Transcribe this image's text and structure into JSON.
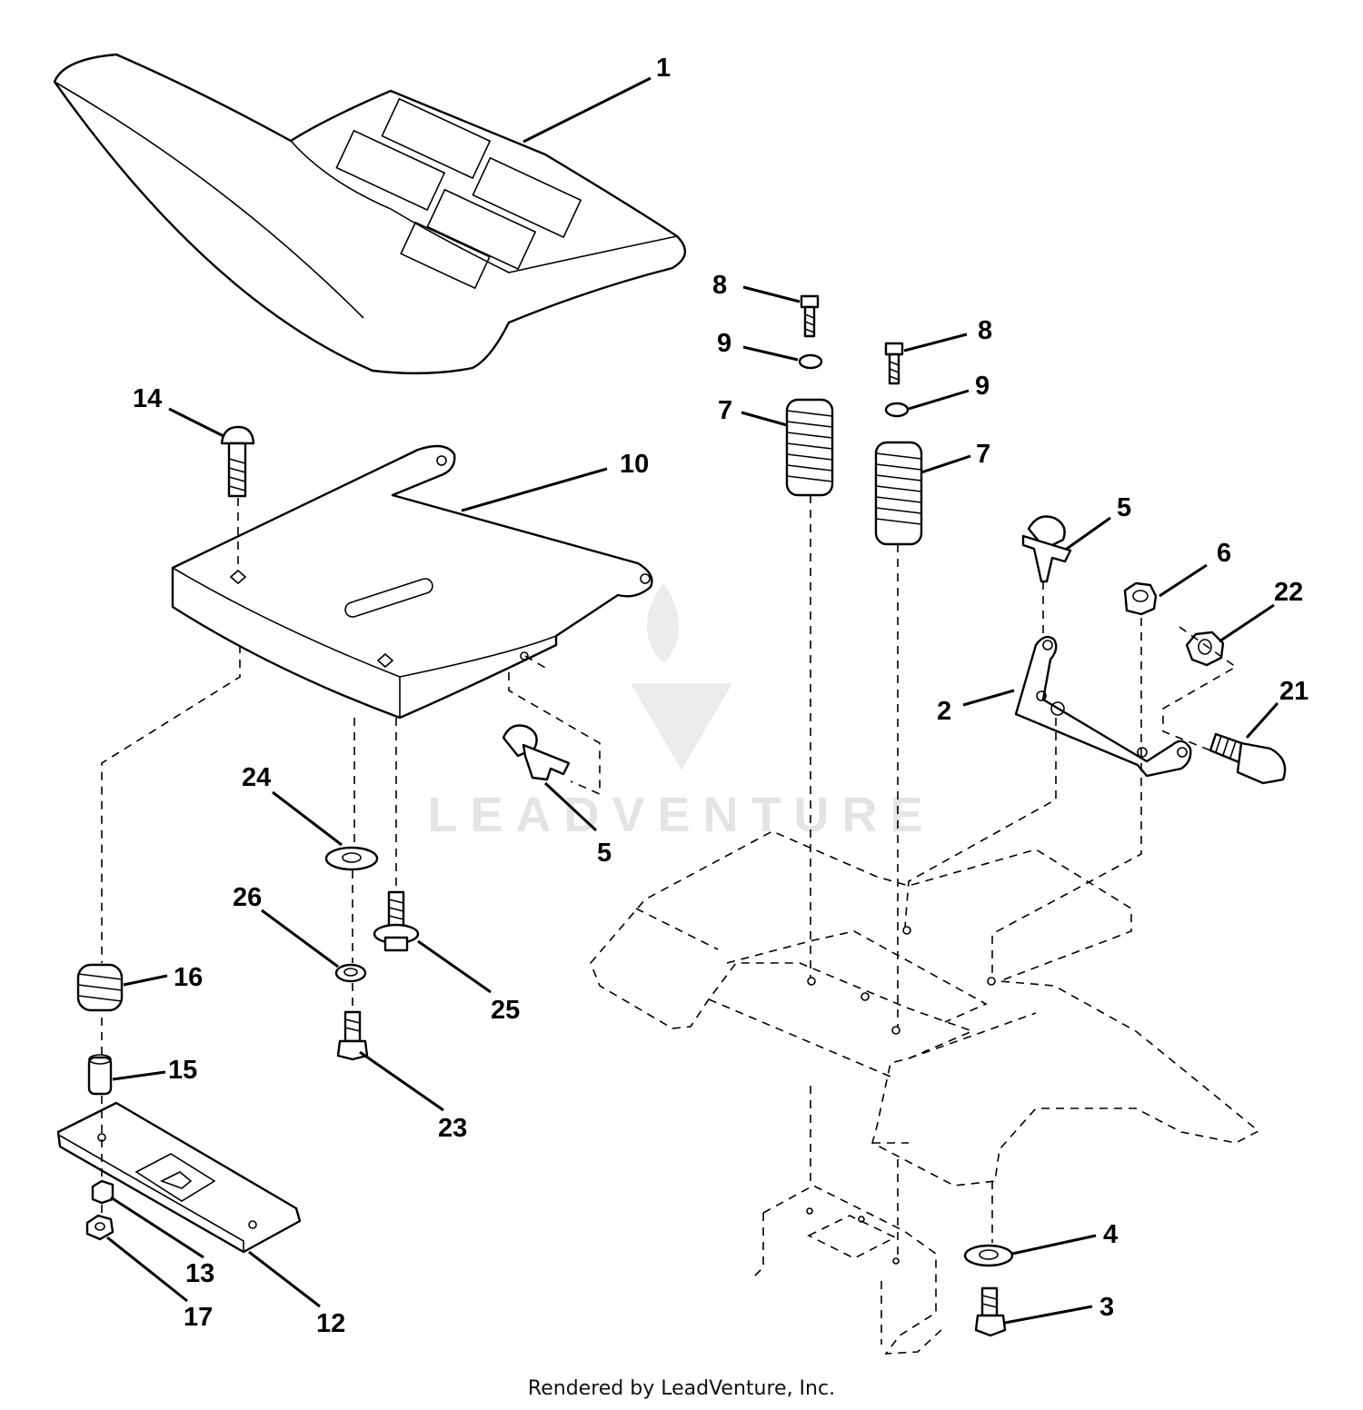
{
  "watermark": {
    "text": "LEADVENTURE"
  },
  "footer": {
    "credit": "Rendered by LeadVenture, Inc."
  },
  "callouts": [
    {
      "id": "seat",
      "label": "1"
    },
    {
      "id": "seat-pan",
      "label": "10"
    },
    {
      "id": "carriage-bolt",
      "label": "14"
    },
    {
      "id": "bolt-8-left",
      "label": "8"
    },
    {
      "id": "bolt-8-right",
      "label": "8"
    },
    {
      "id": "washer-9-left",
      "label": "9"
    },
    {
      "id": "washer-9-right",
      "label": "9"
    },
    {
      "id": "spring-7-left",
      "label": "7"
    },
    {
      "id": "spring-7-right",
      "label": "7"
    },
    {
      "id": "clip-5-right",
      "label": "5"
    },
    {
      "id": "clip-5-left",
      "label": "5"
    },
    {
      "id": "nut-6",
      "label": "6"
    },
    {
      "id": "nut-22",
      "label": "22"
    },
    {
      "id": "bracket-2",
      "label": "2"
    },
    {
      "id": "bolt-21",
      "label": "21"
    },
    {
      "id": "washer-24",
      "label": "24"
    },
    {
      "id": "lockwasher-26",
      "label": "26"
    },
    {
      "id": "bolt-25",
      "label": "25"
    },
    {
      "id": "bolt-23",
      "label": "23"
    },
    {
      "id": "spring-16",
      "label": "16"
    },
    {
      "id": "spacer-15",
      "label": "15"
    },
    {
      "id": "nut-13",
      "label": "13"
    },
    {
      "id": "nut-17",
      "label": "17"
    },
    {
      "id": "adjuster-plate-12",
      "label": "12"
    },
    {
      "id": "washer-4",
      "label": "4"
    },
    {
      "id": "bolt-3",
      "label": "3"
    }
  ]
}
